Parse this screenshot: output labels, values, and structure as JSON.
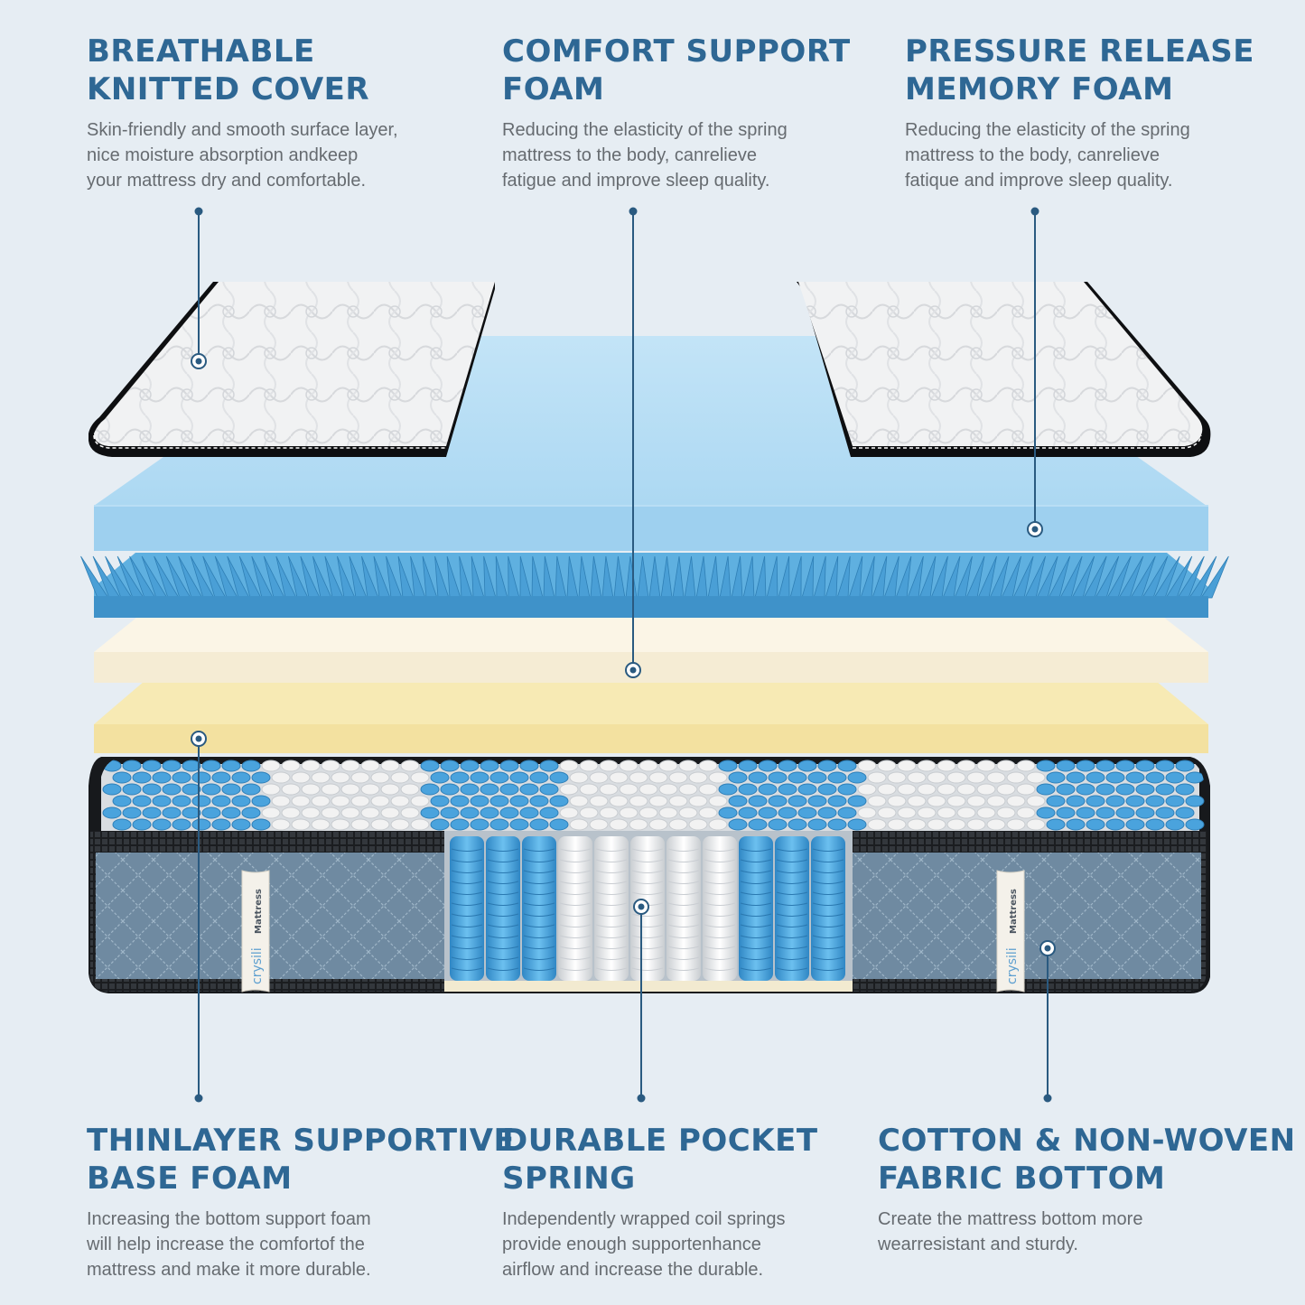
{
  "colors": {
    "background": "#e6edf3",
    "title": "#2e6794",
    "text": "#666b70",
    "leader": "#2a5a80",
    "blue_foam": "#aad8f3",
    "cream_foam": "#f7efd9",
    "yellow_foam": "#f7eab4",
    "coil_blue": "#4aa3dd",
    "coil_white": "#f3f3f3",
    "side_fabric": "#6f8aa1"
  },
  "callouts": {
    "cover": {
      "title": [
        "BREATHABLE",
        "KNITTED COVER"
      ],
      "lines": [
        "Skin-friendly and smooth surface layer,",
        "nice moisture absorption andkeep",
        "your mattress dry and comfortable."
      ]
    },
    "comfort": {
      "title": [
        "COMFORT SUPPORT",
        "FOAM"
      ],
      "lines": [
        "Reducing the elasticity of the spring",
        "mattress to the body, canrelieve",
        "fatigue and improve sleep quality."
      ]
    },
    "memory": {
      "title": [
        "PRESSURE RELEASE",
        "MEMORY FOAM"
      ],
      "lines": [
        "Reducing the elasticity of the spring",
        "mattress to the body, canrelieve",
        "fatique and improve sleep quality."
      ]
    },
    "base": {
      "title": [
        "THINLAYER SUPPORTIVE",
        "BASE FOAM"
      ],
      "lines": [
        "Increasing the bottom support foam",
        "will help increase the comfortof the",
        "mattress and make it more durable."
      ]
    },
    "spring": {
      "title": [
        "DURABLE POCKET",
        "SPRING"
      ],
      "lines": [
        "Independently wrapped coil springs",
        "provide enough supportenhance",
        "airflow and increase the durable."
      ]
    },
    "bottom": {
      "title": [
        "COTTON & NON-WOVEN",
        "FABRIC BOTTOM"
      ],
      "lines": [
        "Create the mattress bottom more",
        "wearresistant and sturdy."
      ]
    }
  },
  "label": {
    "brand": "crysili",
    "word": "Mattress"
  }
}
